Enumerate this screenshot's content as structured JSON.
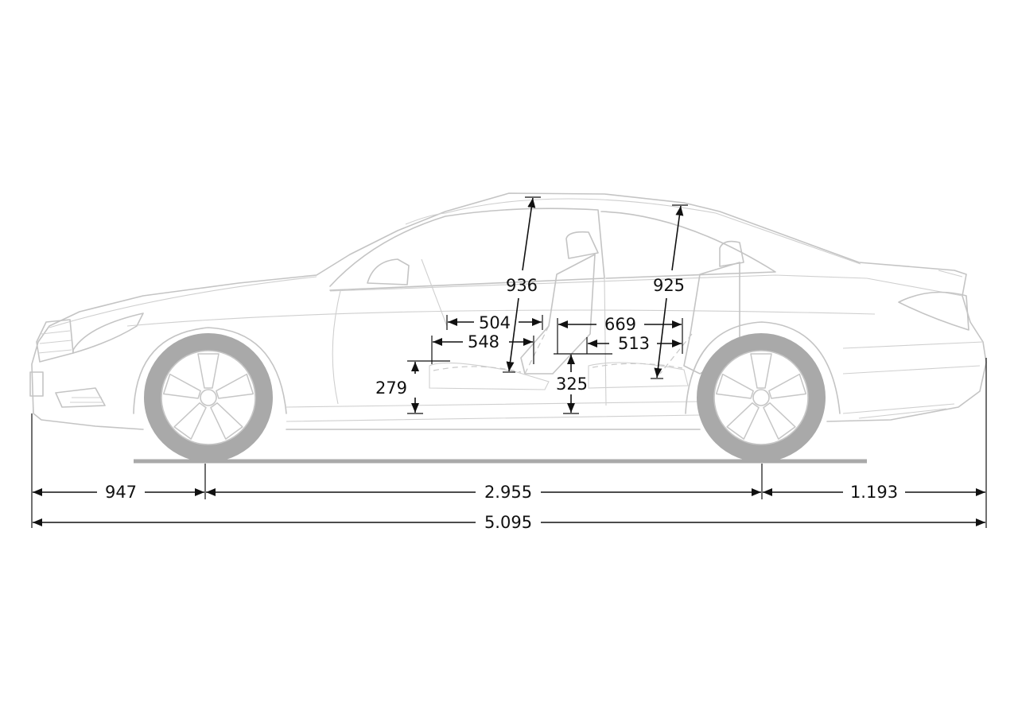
{
  "dimensions": {
    "front_overhang": "947",
    "wheelbase": "2.955",
    "rear_overhang": "1.193",
    "overall_length": "5.095",
    "front_headroom": "936",
    "rear_headroom": "925",
    "front_seat_depth": "504",
    "front_legroom": "548",
    "rear_legroom": "669",
    "rear_seat_depth": "513",
    "front_seat_height": "279",
    "rear_seat_height": "325"
  },
  "colors": {
    "outline": "#c4c4c4",
    "tire": "#a9a9a9",
    "dimension": "#111111",
    "background": "#ffffff"
  }
}
